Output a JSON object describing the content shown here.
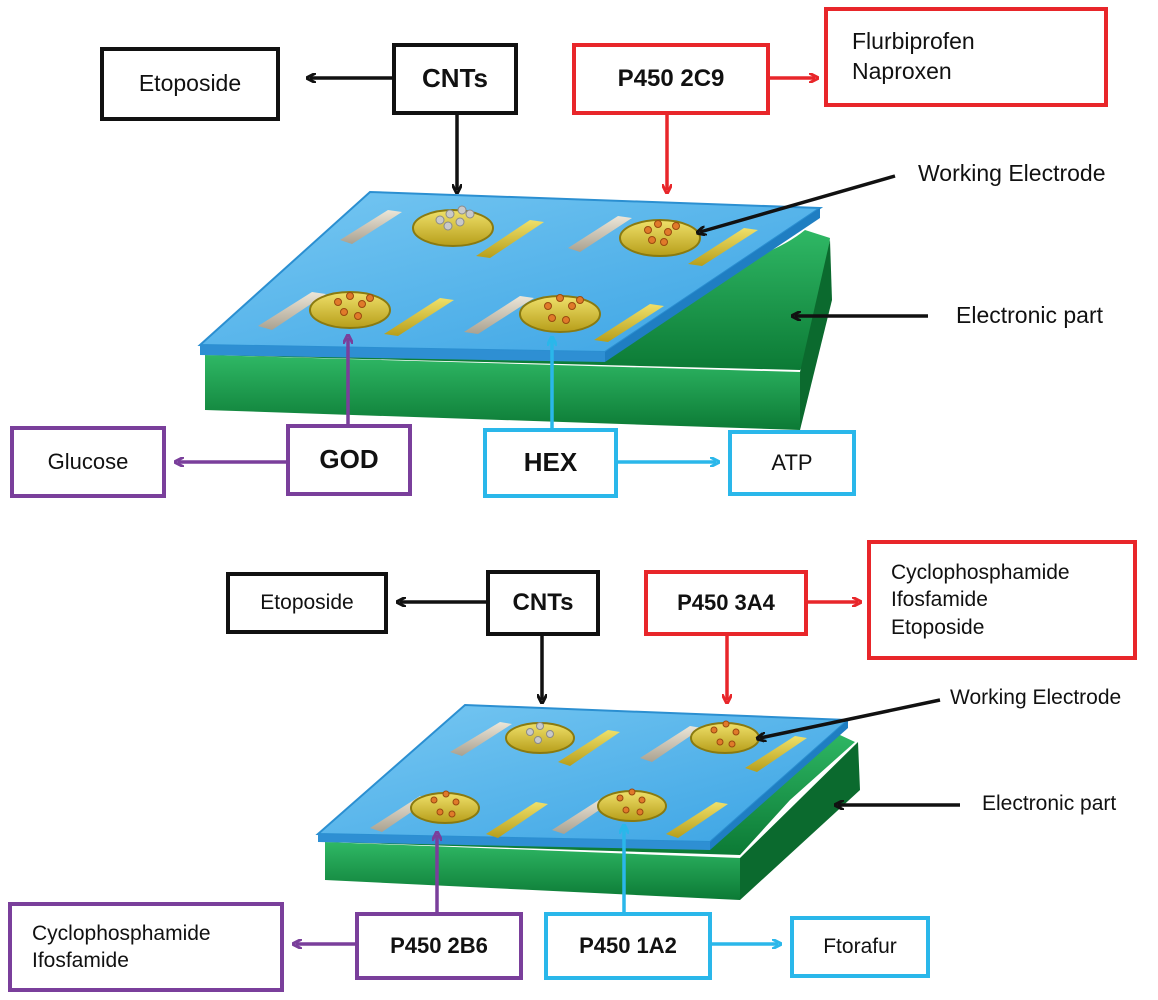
{
  "top": {
    "cnts": "CNTs",
    "etoposide": "Etoposide",
    "p450_enzyme": "P450 2C9",
    "p450_drugs": [
      "Flurbiprofen",
      "Naproxen"
    ],
    "working_electrode": "Working Electrode",
    "electronic_part": "Electronic part",
    "god": "GOD",
    "glucose": "Glucose",
    "hex": "HEX",
    "atp": "ATP"
  },
  "bottom": {
    "cnts": "CNTs",
    "etoposide": "Etoposide",
    "p450_enzyme": "P450 3A4",
    "p450_drugs": [
      "Cyclophosphamide",
      "Ifosfamide",
      "Etoposide"
    ],
    "working_electrode": "Working Electrode",
    "electronic_part": "Electronic part",
    "left_enzyme": "P450 2B6",
    "left_drugs": [
      "Cyclophosphamide",
      "Ifosfamide"
    ],
    "right_enzyme": "P450 1A2",
    "right_drug": "Ftorafur"
  },
  "colors": {
    "black": "#111111",
    "red": "#e8262a",
    "purple": "#7a3f9b",
    "cyan": "#2ab7ea",
    "chip_top": "#5cb8ee",
    "chip_base": "#1e9a4a",
    "gold": "#d6c431",
    "silver": "#cfc8b8"
  }
}
